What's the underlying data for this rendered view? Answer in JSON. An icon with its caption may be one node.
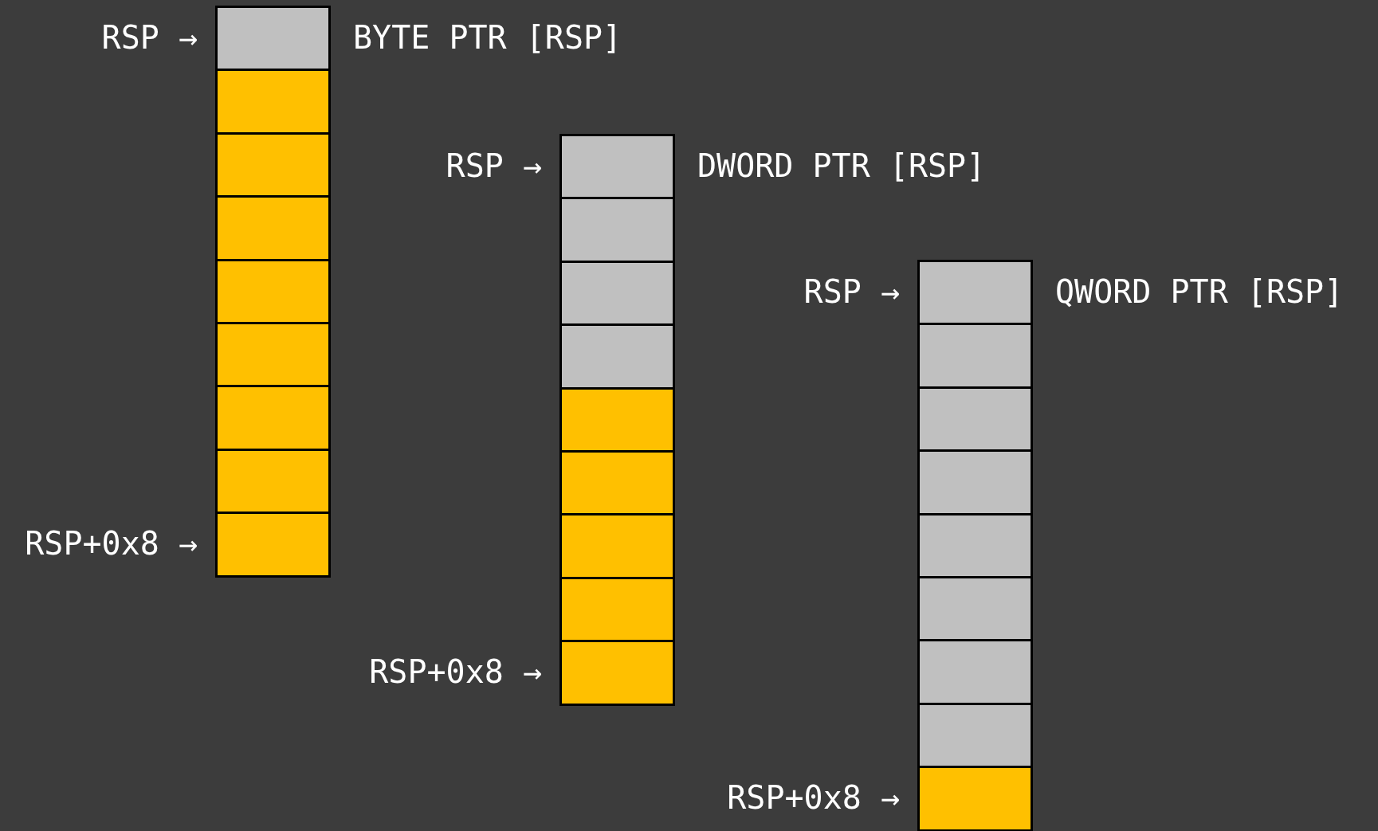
{
  "diagram": {
    "nodes": [
      {
        "text": [],
        "shape": "box",
        "beside": [
          "RSP →",
          "BYTE PTR [RSP]"
        ]
      },
      {
        "text": [],
        "shape": "box"
      },
      {
        "text": [],
        "shape": "box"
      },
      {
        "text": [],
        "shape": "box"
      },
      {
        "text": [],
        "shape": "box"
      },
      {
        "text": [],
        "shape": "box"
      },
      {
        "text": [],
        "shape": "box"
      },
      {
        "text": [],
        "shape": "box"
      },
      {
        "text": [],
        "shape": "box",
        "beside": [
          "RSP+0x8 →"
        ]
      },
      {
        "text": [],
        "shape": "box",
        "beside": [
          "RSP →",
          "DWORD PTR [RSP]"
        ]
      },
      {
        "text": [],
        "shape": "box"
      },
      {
        "text": [],
        "shape": "box"
      },
      {
        "text": [],
        "shape": "box"
      },
      {
        "text": [],
        "shape": "box"
      },
      {
        "text": [],
        "shape": "box"
      },
      {
        "text": [],
        "shape": "box"
      },
      {
        "text": [],
        "shape": "box"
      },
      {
        "text": [],
        "shape": "box",
        "beside": [
          "RSP+0x8 →"
        ]
      },
      {
        "text": [],
        "shape": "box",
        "beside": [
          "RSP →",
          "QWORD PTR [RSP]"
        ]
      },
      {
        "text": [],
        "shape": "box"
      },
      {
        "text": [],
        "shape": "box"
      },
      {
        "text": [],
        "shape": "box"
      },
      {
        "text": [],
        "shape": "box"
      },
      {
        "text": [],
        "shape": "box"
      },
      {
        "text": [],
        "shape": "box"
      },
      {
        "text": [],
        "shape": "box"
      },
      {
        "text": [],
        "shape": "box",
        "beside": [
          "RSP+0x8 →"
        ]
      }
    ]
  }
}
